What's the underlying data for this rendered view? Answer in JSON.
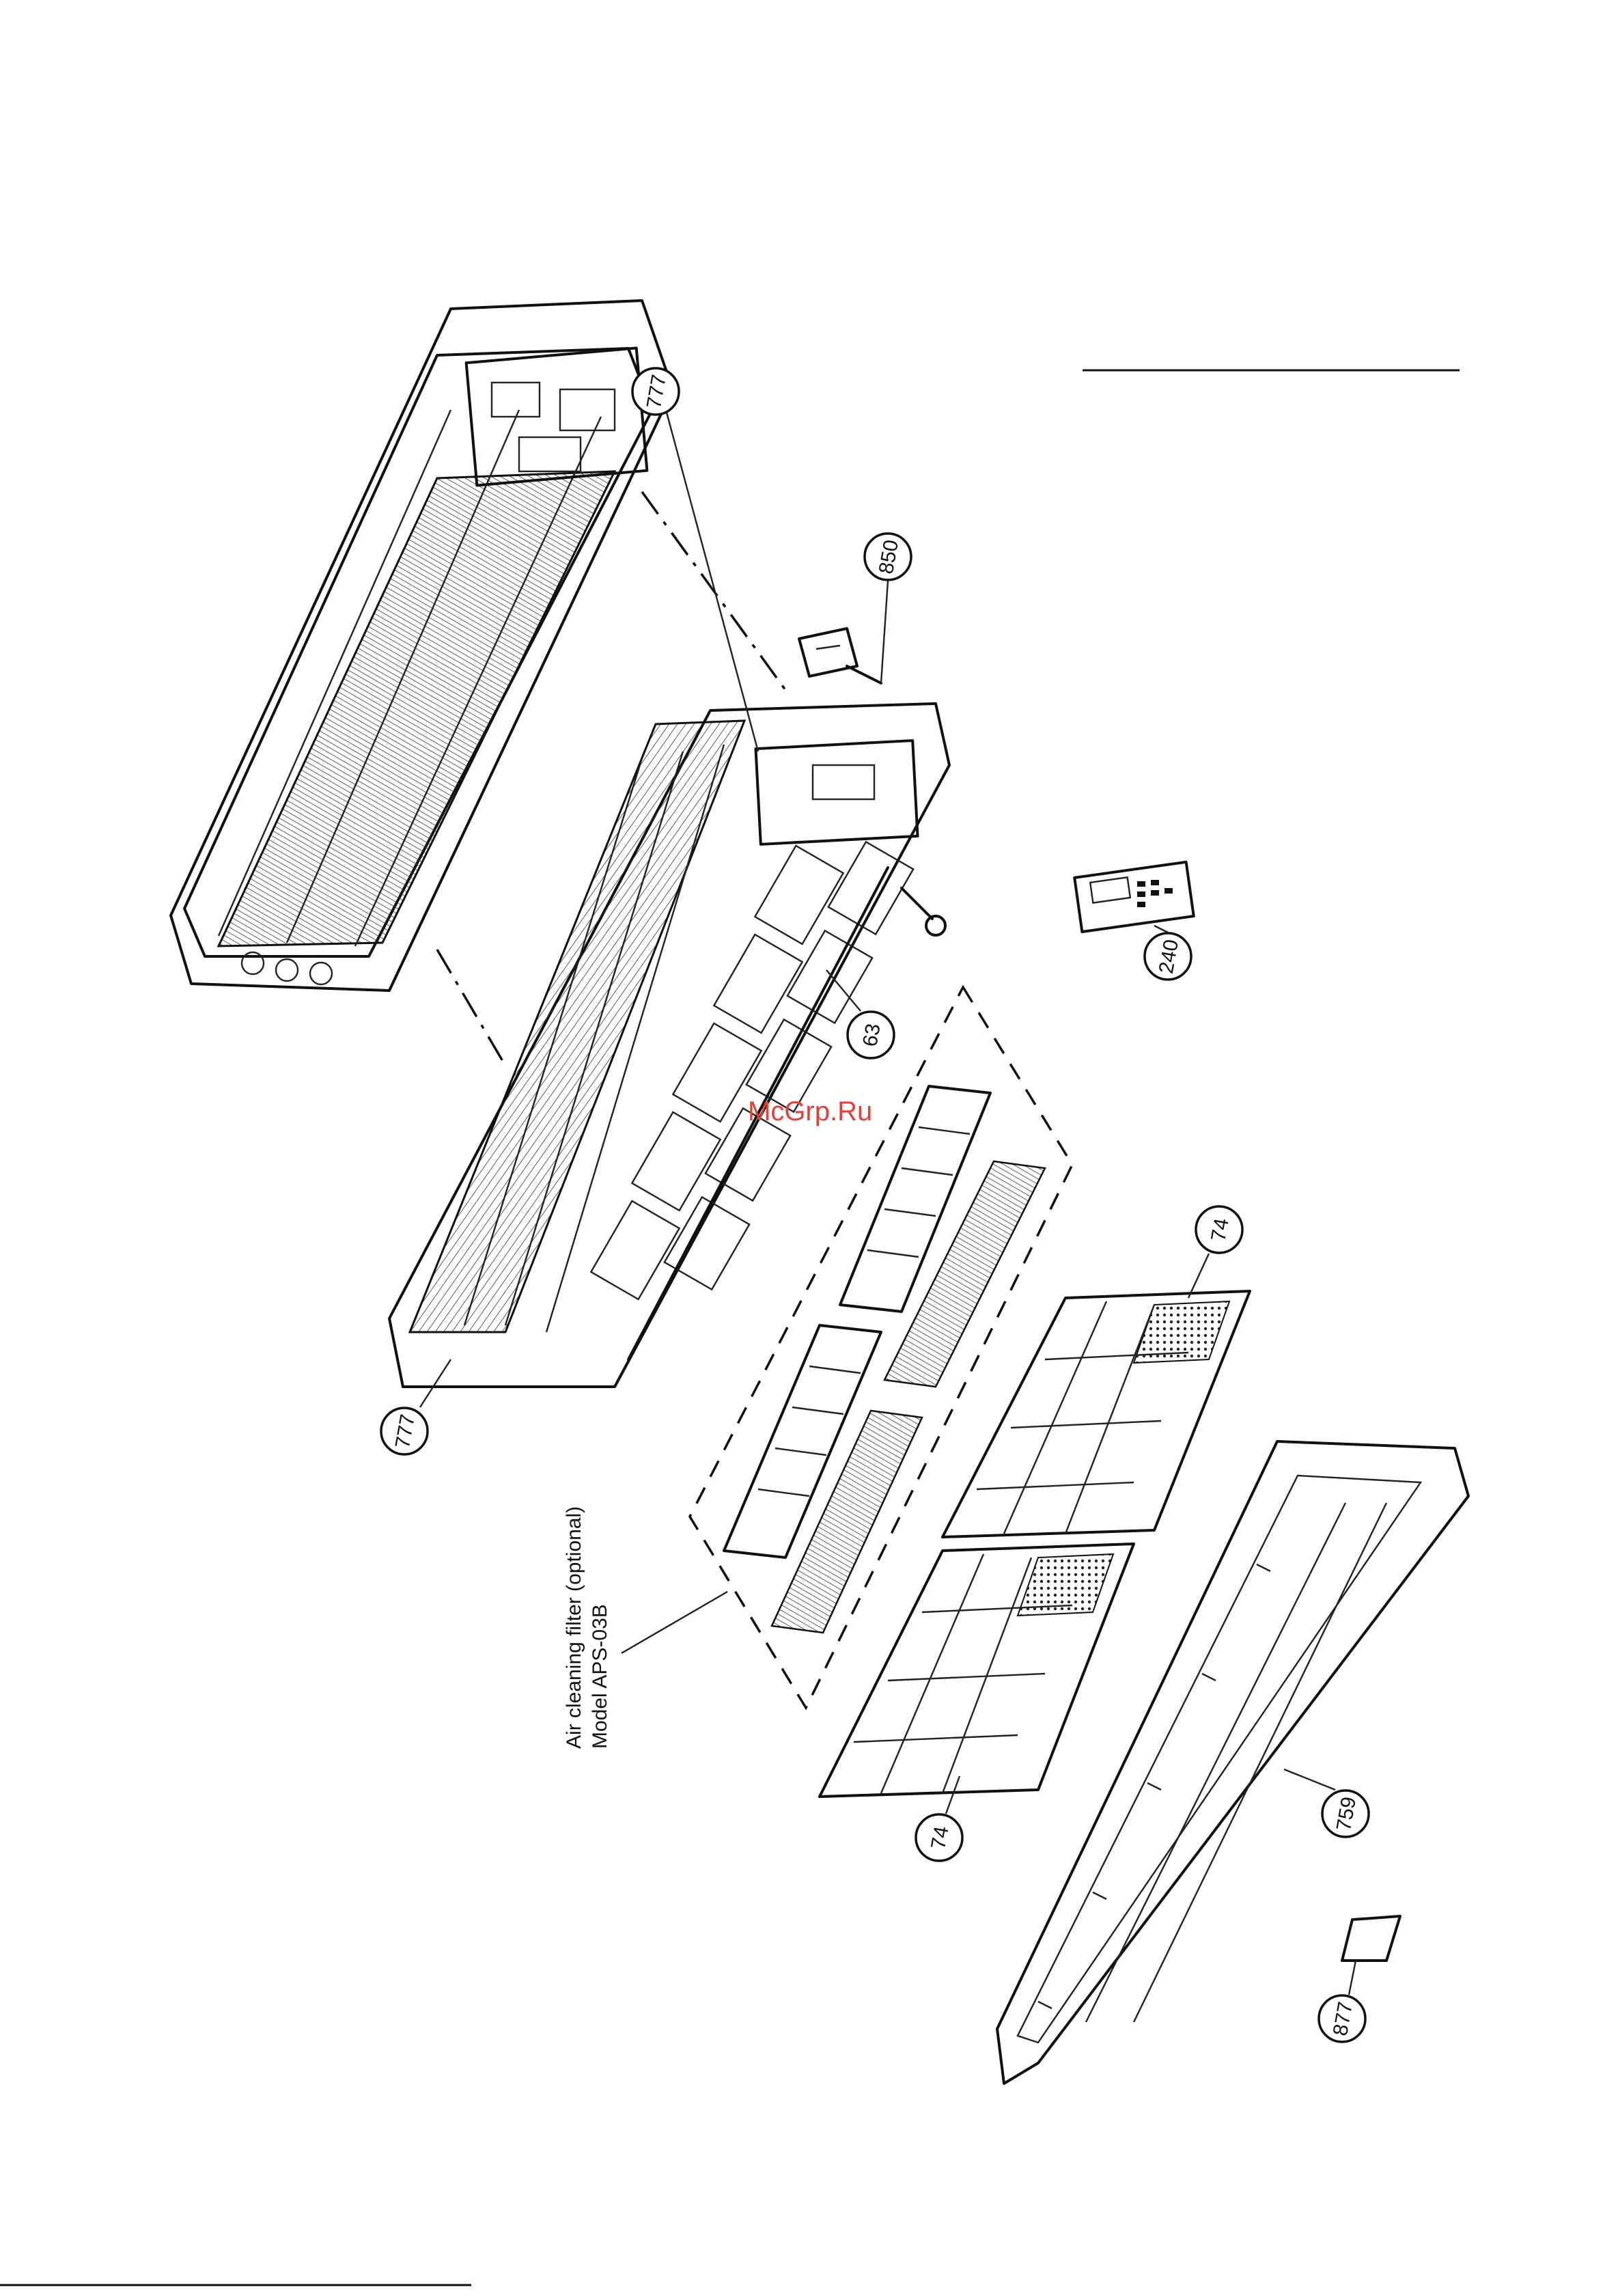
{
  "callouts": {
    "c850": "850",
    "c777_top": "777",
    "c777_bottom": "777",
    "c63": "63",
    "c240": "240",
    "c74_right": "74",
    "c74_left": "74",
    "c759": "759",
    "c877": "877"
  },
  "note": {
    "line1": "Air cleaning filter (optional)",
    "line2": "Model APS-03B"
  },
  "watermark": "McGrp.Ru",
  "colors": {
    "watermark": "#e0413a",
    "ink": "#111111",
    "paper": "#ffffff"
  }
}
